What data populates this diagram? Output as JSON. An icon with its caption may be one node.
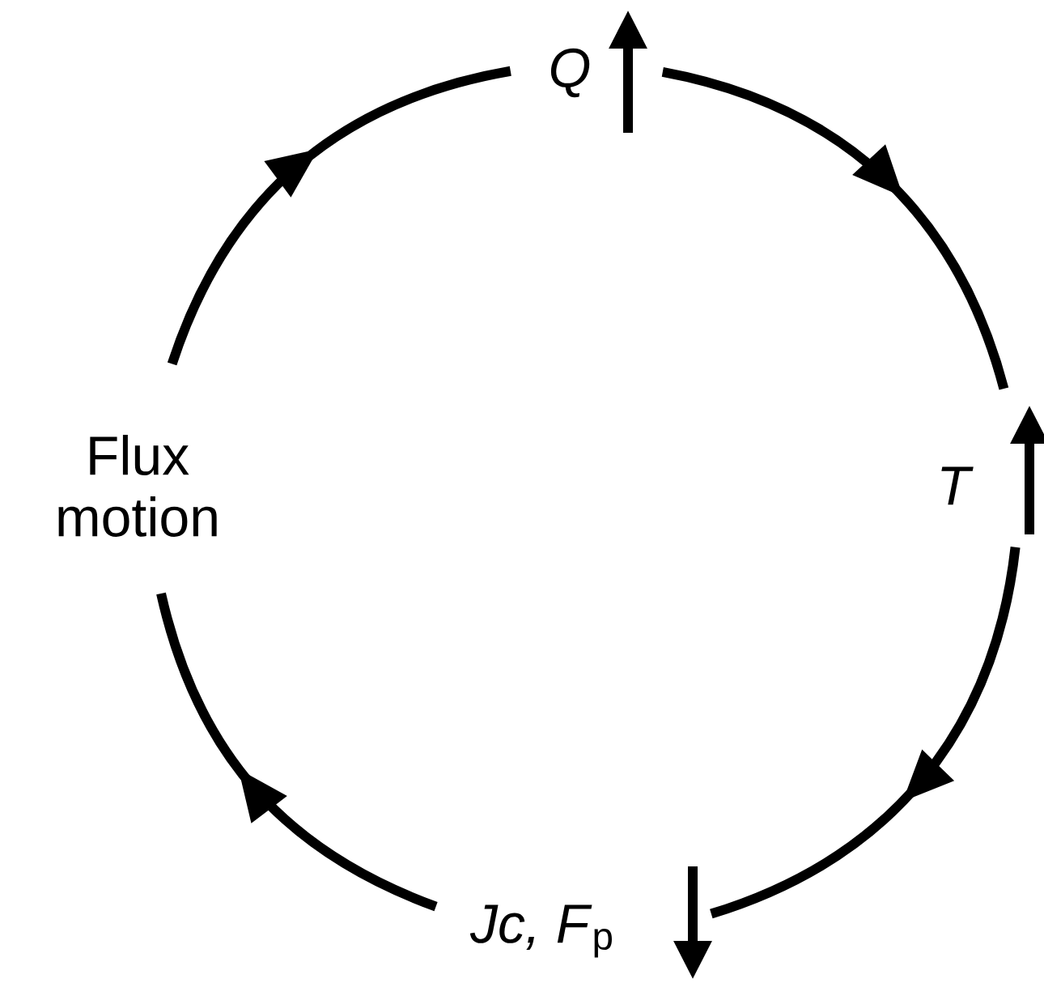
{
  "diagram": {
    "nodes": [
      {
        "text": [
          "*Q*"
        ]
      },
      {
        "text": [
          "*T*"
        ]
      },
      {
        "text": [
          "*Jc,* *F*$_{p}$"
        ]
      },
      {
        "text": [
          "Flux motion"
        ]
      }
    ],
    "edges": [
      {
        "from": 0,
        "to": 1,
        "arrow": "to"
      },
      {
        "from": 1,
        "to": 2,
        "arrow": "to"
      },
      {
        "from": 2,
        "to": 3,
        "arrow": "to"
      },
      {
        "from": 3,
        "to": 0,
        "arrow": "to"
      }
    ]
  }
}
